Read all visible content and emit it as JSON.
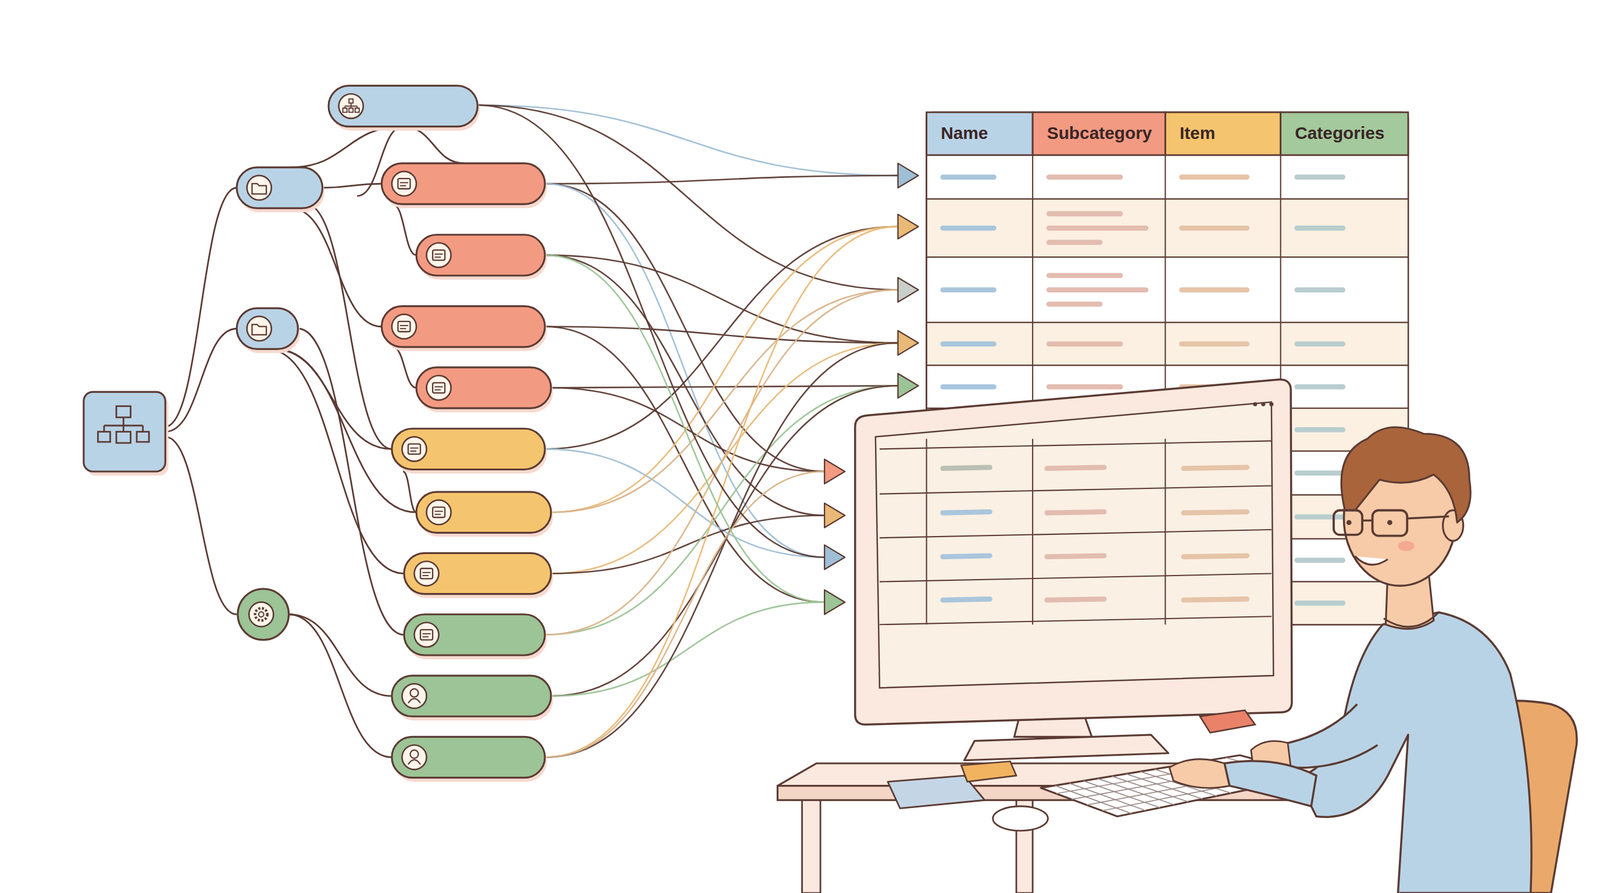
{
  "diagram": {
    "labels": [
      "Name",
      "Subcategory",
      "Item",
      "Categories"
    ]
  }
}
